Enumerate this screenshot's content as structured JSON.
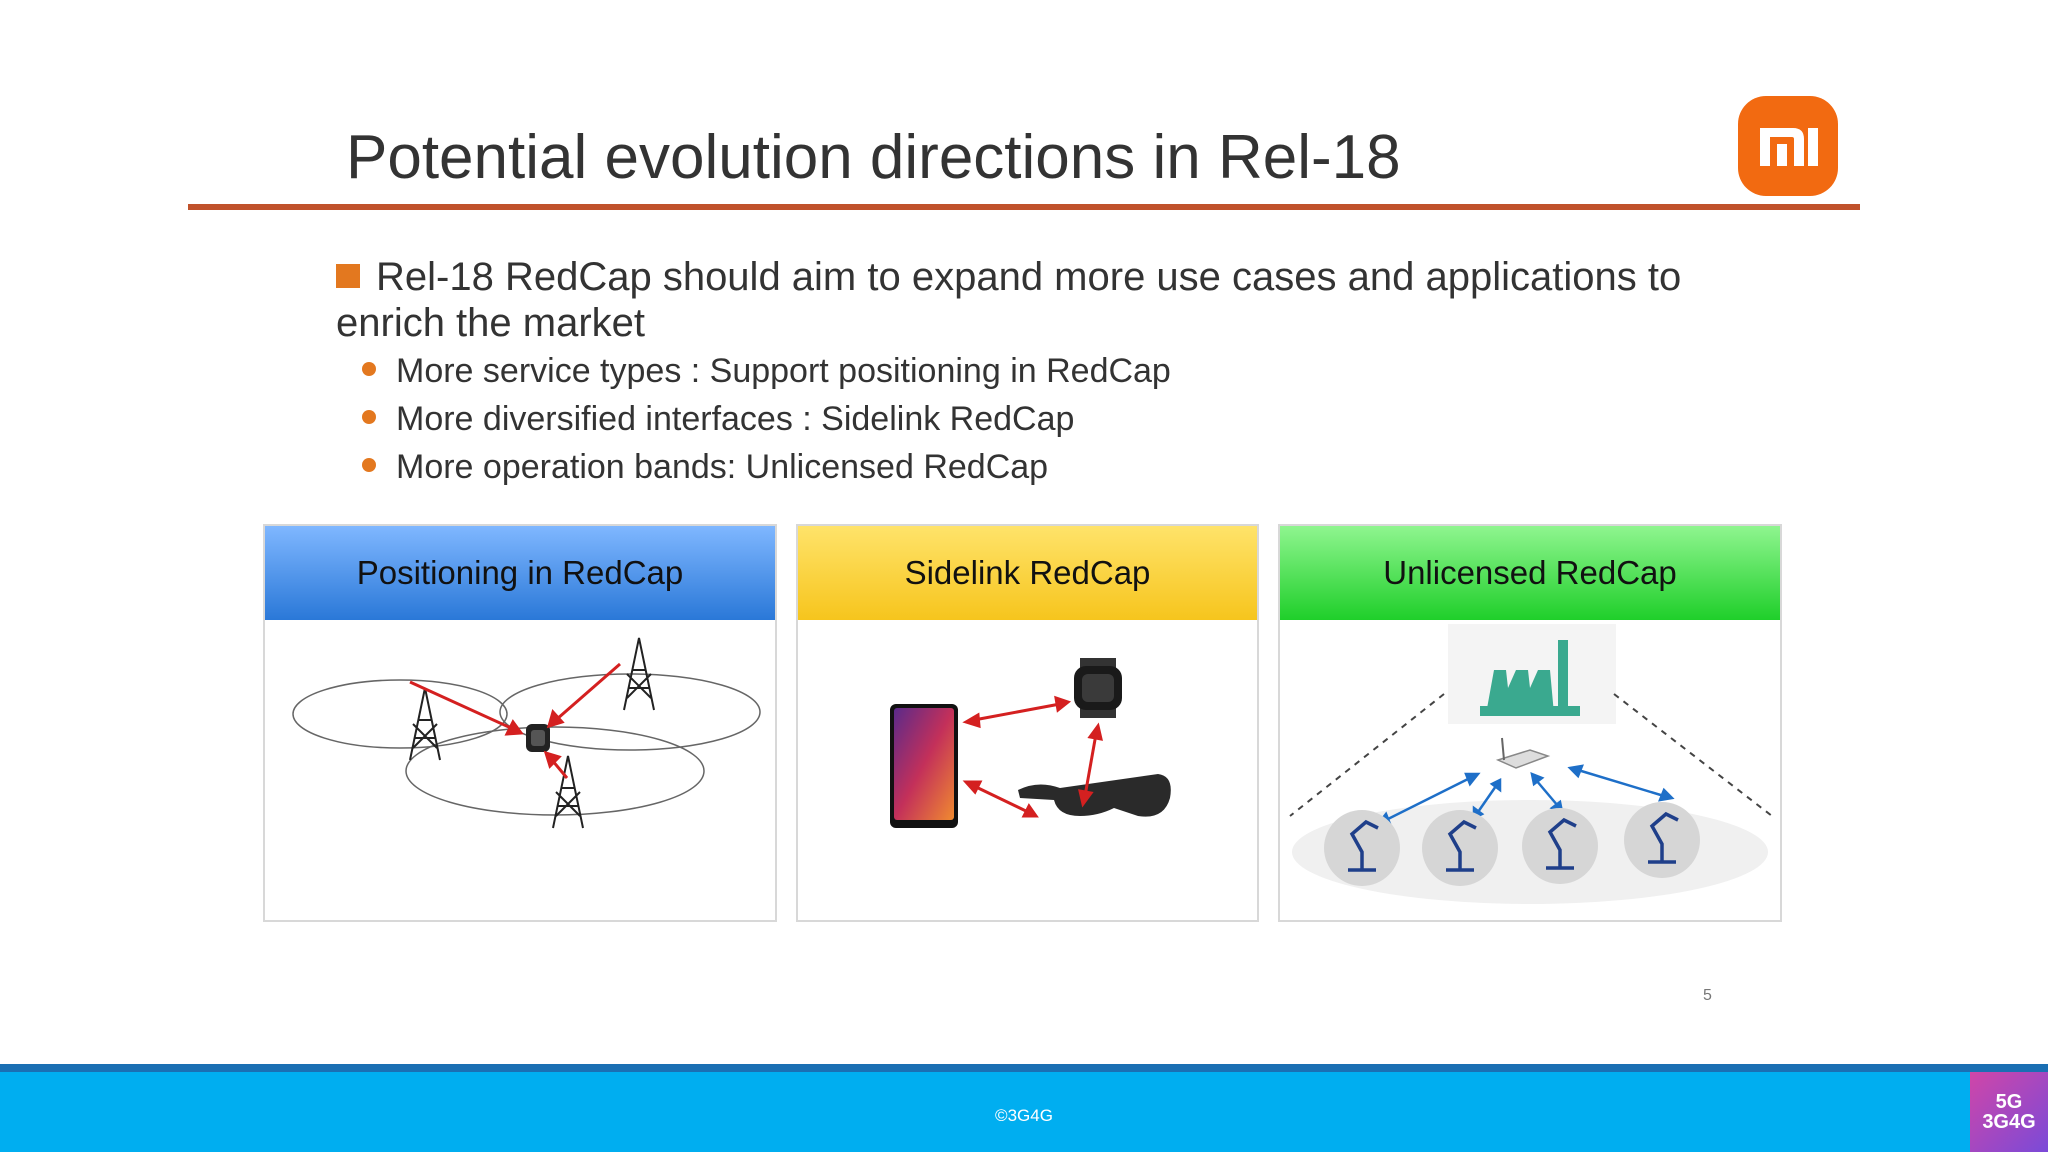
{
  "slide": {
    "title": "Potential evolution directions in Rel-18",
    "logo_text": "mi",
    "main_bullet": "Rel-18 RedCap should aim to expand more use cases and applications to enrich the market",
    "sub_bullets": [
      "More service types : Support positioning in RedCap",
      "More diversified interfaces :  Sidelink RedCap",
      "More operation bands: Unlicensed RedCap"
    ],
    "panels": [
      {
        "title": "Positioning in RedCap"
      },
      {
        "title": "Sidelink RedCap"
      },
      {
        "title": "Unlicensed RedCap"
      }
    ],
    "page_number": "5"
  },
  "footer": {
    "copyright": "©3G4G",
    "badge_top": "5G",
    "badge_bottom": "3G4G"
  },
  "colors": {
    "title_rule": "#c0522b",
    "bullet": "#e3781f",
    "logo": "#f26a11",
    "footer": "#00aef0"
  }
}
